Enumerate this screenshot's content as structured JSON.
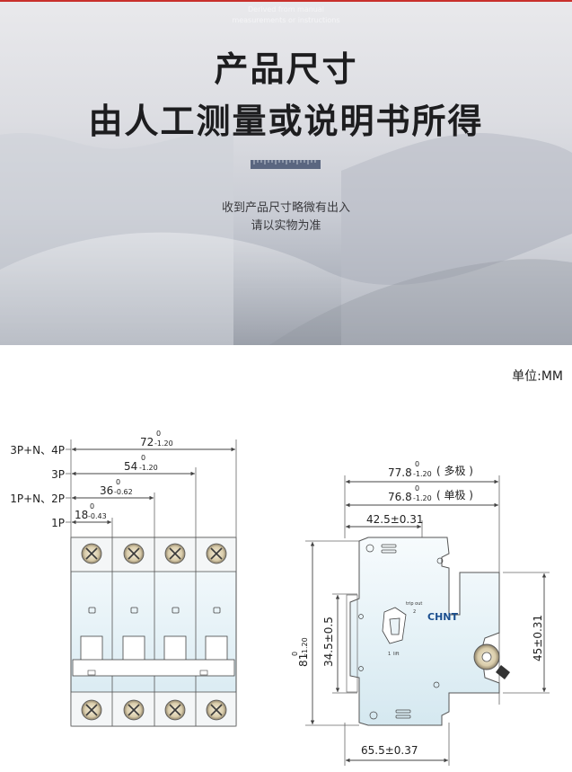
{
  "header": {
    "en_note_line1": "Derived from manual",
    "en_note_line2": "measurements or instructions",
    "title_line1": "产品尺寸",
    "title_line2": "由人工测量或说明书所得",
    "subtitle_line1": "收到产品尺寸略微有出入",
    "subtitle_line2": "请以实物为准"
  },
  "unit_label": "单位:MM",
  "front": {
    "pole_labels": [
      "3P+N、4P",
      "3P",
      "1P+N、2P",
      "1P"
    ],
    "widths": [
      {
        "nominal": "72",
        "upper": "0",
        "lower": "-1.20"
      },
      {
        "nominal": "54",
        "upper": "0",
        "lower": "-1.20"
      },
      {
        "nominal": "36",
        "upper": "0",
        "lower": "-0.62"
      },
      {
        "nominal": "18",
        "upper": "0",
        "lower": "-0.43"
      }
    ]
  },
  "side": {
    "top_dims": [
      {
        "nominal": "77.8",
        "upper": "0",
        "lower": "-1.20",
        "note": "( 多极 )"
      },
      {
        "nominal": "76.8",
        "upper": "0",
        "lower": "-1.20",
        "note": "( 单极 )"
      }
    ],
    "dim_42": "42.5±0.31",
    "dim_81": {
      "nominal": "81",
      "upper": "0",
      "lower": "-1.20"
    },
    "dim_34": "34.5±0.5",
    "dim_45": "45±0.31",
    "dim_65": "65.5±0.37",
    "brand": "CHNT",
    "tiny_trip": "trip out",
    "tiny_lift": "lift"
  }
}
